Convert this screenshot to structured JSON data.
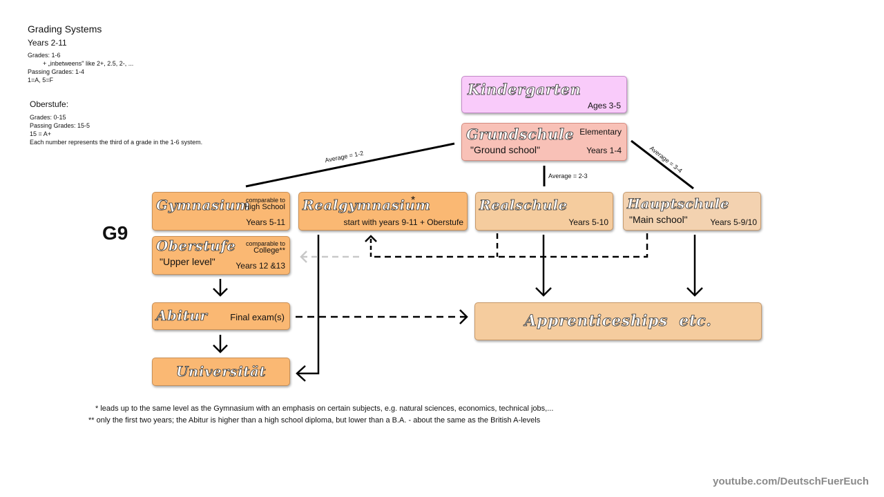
{
  "grading_info": {
    "title": "Grading Systems",
    "years_heading": "Years 2-11",
    "lines": [
      "Grades: 1-6",
      "+ „inbetweens\" like 2+, 2.5, 2-, ...",
      "Passing Grades: 1-4",
      "1=A, 5=F"
    ],
    "oberstufe_heading": "Oberstufe:",
    "oberstufe_lines": [
      "Grades: 0-15",
      "Passing Grades: 15-5",
      "15 = A+",
      "Each number represents the third of a grade in the 1-6 system."
    ]
  },
  "g9_label": "G9",
  "nodes": {
    "kindergarten": {
      "name": "Kindergarten",
      "detail": "Ages 3-5"
    },
    "grundschule": {
      "name": "Grundschule",
      "translation": "\"Ground school\"",
      "note": "Elementary",
      "detail": "Years 1-4"
    },
    "gymnasium": {
      "name": "Gymnasium",
      "note_line1": "comparable to",
      "note_line2": "High School",
      "detail": "Years 5-11"
    },
    "realgymnasium": {
      "name": "Realgymnasium",
      "marker": "*",
      "detail": "start with years 9-11 + Oberstufe"
    },
    "realschule": {
      "name": "Realschule",
      "detail": "Years 5-10"
    },
    "hauptschule": {
      "name": "Hauptschule",
      "translation": "\"Main school\"",
      "detail": "Years 5-9/10"
    },
    "oberstufe": {
      "name": "Oberstufe",
      "translation": "\"Upper level\"",
      "note_line1": "comparable to",
      "note_line2": "College**",
      "detail": "Years 12 &13"
    },
    "abitur": {
      "name": "Abitur",
      "detail": "Final exam(s)"
    },
    "universitaet": {
      "name": "Universität"
    },
    "apprenticeships": {
      "name": "Apprenticeships  etc."
    }
  },
  "edge_labels": {
    "to_gymnasium": "Average = 1-2",
    "to_realschule": "Average = 2-3",
    "to_hauptschule": "Average = 3-4"
  },
  "footnotes": [
    "* leads up to the same level as the Gymnasium with an emphasis on certain subjects, e.g. natural sciences, economics, technical jobs,...",
    "** only the first two years; the Abitur is higher than a high school diploma, but lower than a B.A. - about the same as the British A-levels"
  ],
  "watermark": "youtube.com/DeutschFuerEuch"
}
